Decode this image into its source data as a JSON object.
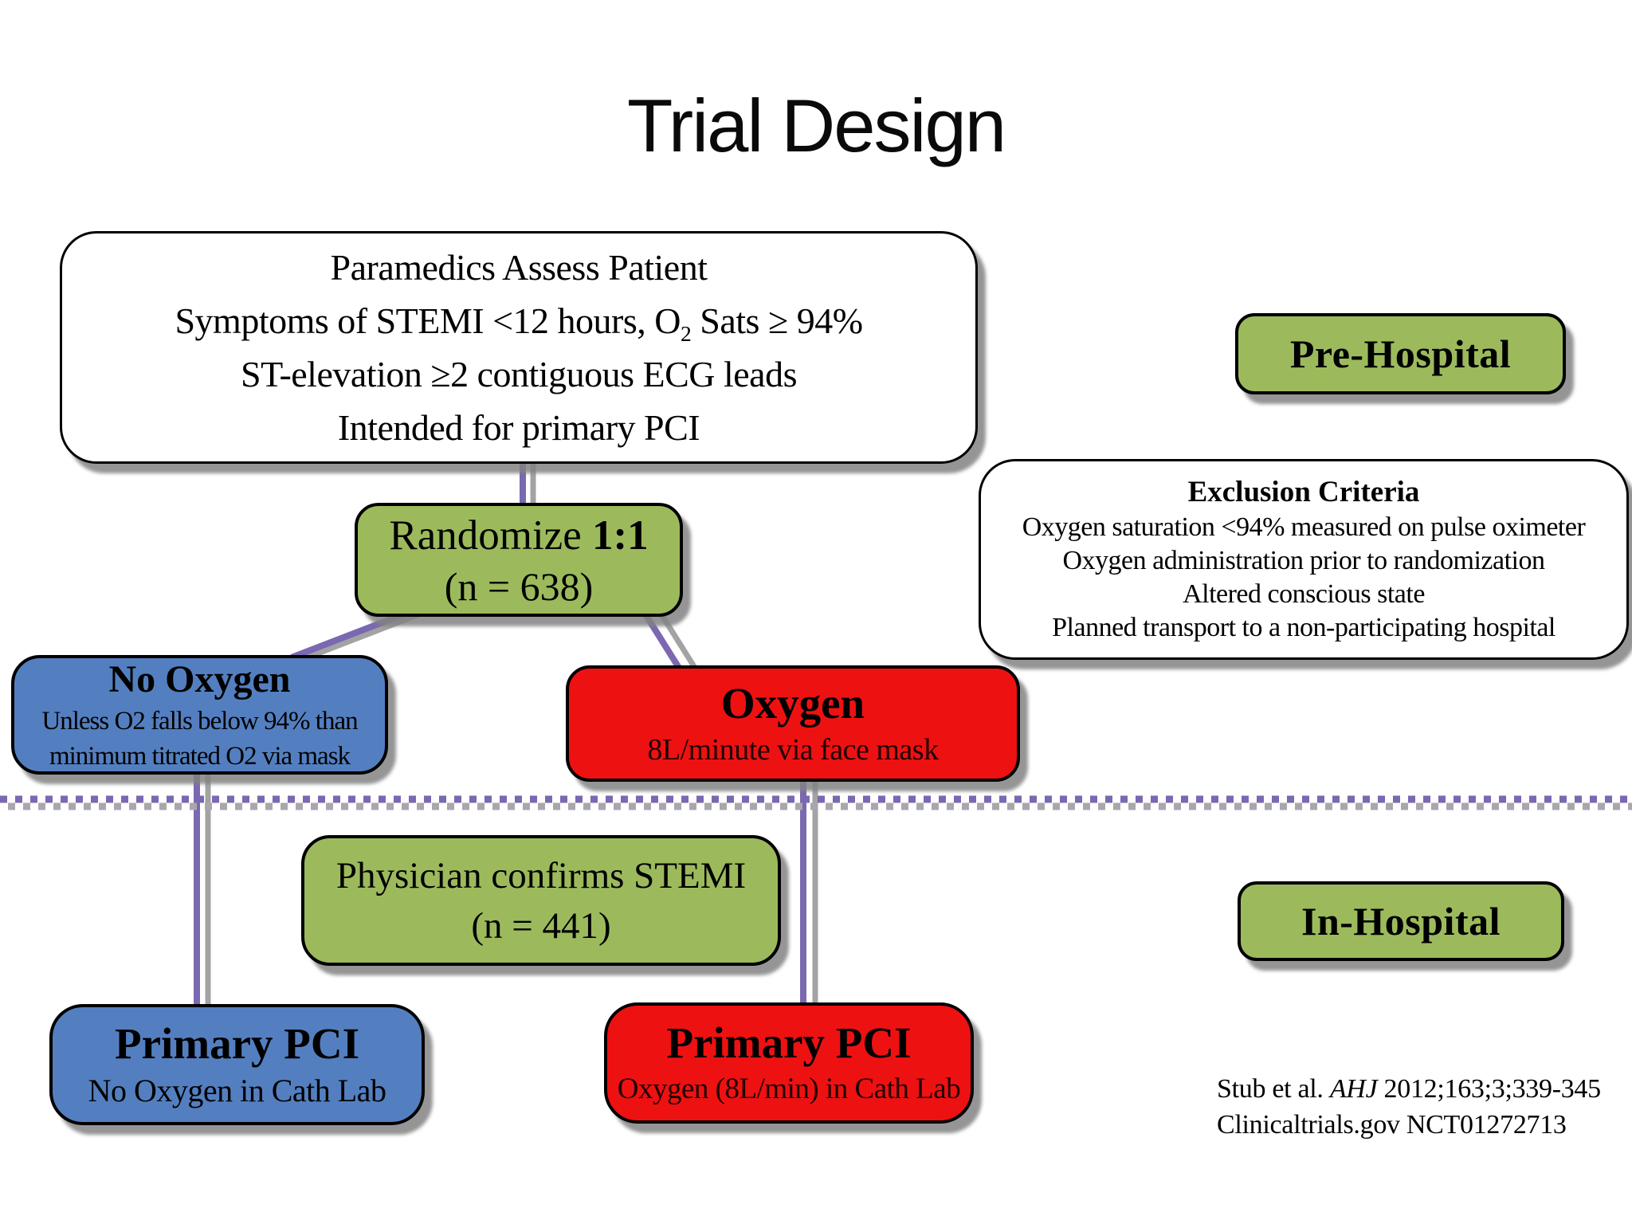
{
  "title": "Trial Design",
  "colors": {
    "box_green": "#9cba5c",
    "box_blue": "#537fc0",
    "box_red": "#ee1111",
    "connector_purple": "#7b68b0",
    "connector_shadow_gray": "#a3a3a3",
    "border_black": "#000000"
  },
  "assessment_box": {
    "line1": "Paramedics Assess Patient",
    "line2_pre": "Symptoms of STEMI <12 hours, O",
    "line2_sub": "2",
    "line2_post": " Sats ≥ 94%",
    "line3": "ST-elevation ≥2 contiguous ECG leads",
    "line4": "Intended for primary PCI"
  },
  "pre_hospital_label": "Pre-Hospital",
  "exclusion_box": {
    "title": "Exclusion Criteria",
    "items": [
      "Oxygen saturation <94% measured on pulse oximeter",
      "Oxygen administration prior to randomization",
      "Altered conscious state",
      "Planned transport to a non-participating hospital"
    ]
  },
  "randomize_box": {
    "label": "Randomize ",
    "ratio": "1:1",
    "n": "(n = 638)"
  },
  "no_oxygen_box": {
    "title": "No Oxygen",
    "line1": "Unless O2 falls below 94% than",
    "line2": "minimum titrated O2 via mask"
  },
  "oxygen_box": {
    "title": "Oxygen",
    "subtitle": "8L/minute via face mask"
  },
  "physician_box": {
    "line1": "Physician confirms STEMI",
    "n": "(n = 441)"
  },
  "in_hospital_label": "In-Hospital",
  "pci_left_box": {
    "title": "Primary PCI",
    "subtitle": "No Oxygen in Cath Lab"
  },
  "pci_right_box": {
    "title": "Primary PCI",
    "subtitle": "Oxygen (8L/min) in Cath Lab"
  },
  "citation": {
    "authors": "Stub et al. ",
    "journal": "AHJ",
    "ref": " 2012;163;3;339-345",
    "registry": "Clinicaltrials.gov NCT01272713"
  }
}
